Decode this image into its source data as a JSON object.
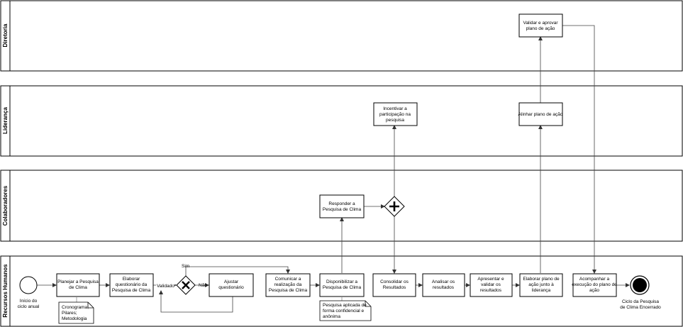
{
  "lanes": [
    {
      "name": "Diretoria"
    },
    {
      "name": "Liderança"
    },
    {
      "name": "Colaboradores"
    },
    {
      "name": "Recursos Humanos"
    }
  ],
  "events": {
    "start": [
      "Início do",
      "ciclo anual"
    ],
    "end": [
      "Ciclo da Pesquisa",
      "de Clima Encerrado"
    ]
  },
  "tasks": {
    "validar": [
      "Validar e aprovar",
      "plano de ação"
    ],
    "incentivar": [
      "Incentivar a",
      "participação na",
      "pesquisa"
    ],
    "alinhar": [
      "Alinhar plano de ação"
    ],
    "responder": [
      "Responder a",
      "Pesquisa de Clima"
    ],
    "planejar": [
      "Planejar a Pesquisa",
      "de Clima"
    ],
    "elaborar_q": [
      "Elaborar",
      "questionário da",
      "Pesquisa de Clima"
    ],
    "ajustar": [
      "Ajustar",
      "questionário"
    ],
    "comunicar": [
      "Comunicar a",
      "realização da",
      "Pesquisa de Clima"
    ],
    "disponibilizar": [
      "Disponibilizar a",
      "Pesquisa de Clima"
    ],
    "consolidar": [
      "Consolidar os",
      "Resultados"
    ],
    "analisar": [
      "Analisar os",
      "resultados"
    ],
    "apresentar": [
      "Apresentar e",
      "validar os",
      "resultados"
    ],
    "elaborar_p": [
      "Elaborar plano de",
      "ação junto à",
      "liderança"
    ],
    "acompanhar": [
      "Acompanhar a",
      "execução do plano de",
      "ação"
    ]
  },
  "annotations": {
    "cronograma": [
      "Cronograma;",
      "Pilares;",
      "Metodologia"
    ],
    "aplicada": [
      "Pesquisa aplicada de",
      "forma confidencial e",
      "anônima"
    ]
  },
  "flow_labels": {
    "validado": "Validado",
    "sim": "Sim",
    "nao": "Não"
  },
  "colors": {
    "stroke": "#000000",
    "flow": "#444444",
    "background": "#ffffff"
  }
}
